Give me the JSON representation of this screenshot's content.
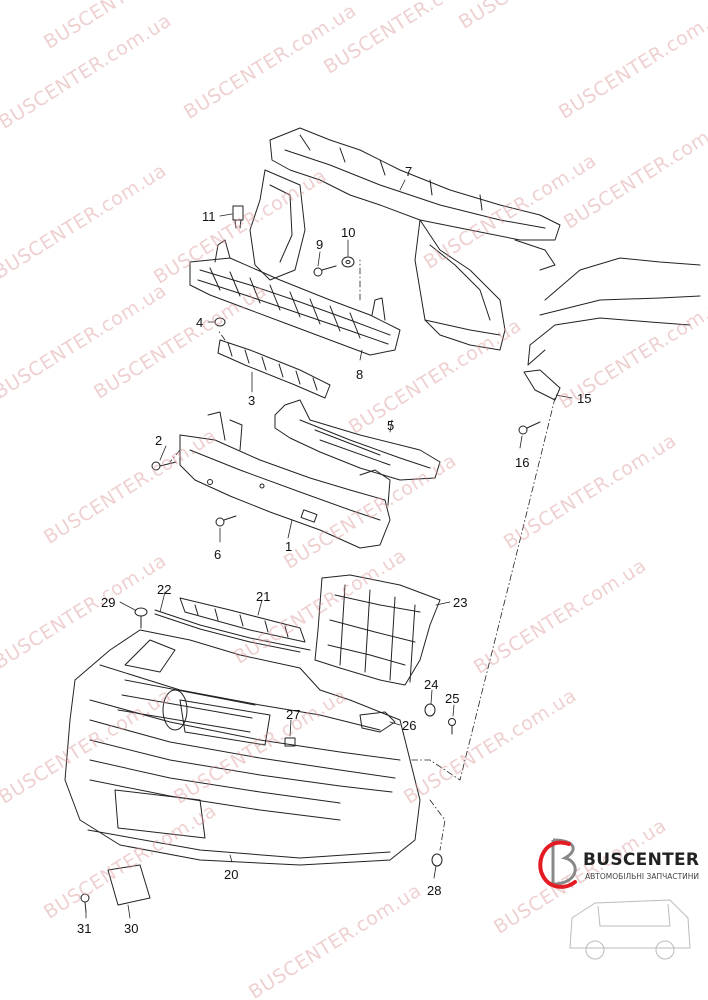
{
  "diagram": {
    "callouts": [
      "1",
      "2",
      "3",
      "4",
      "5",
      "6",
      "7",
      "8",
      "9",
      "10",
      "11",
      "15",
      "16",
      "20",
      "21",
      "22",
      "23",
      "24",
      "25",
      "26",
      "27",
      "28",
      "29",
      "30",
      "31"
    ]
  },
  "watermark": {
    "text": "BUSCENTER.com.ua",
    "color": "#dc9696"
  },
  "brand": {
    "name": "BUSCENTER",
    "subtitle": "АВТОМОБІЛЬНІ ЗАПЧАСТИНИ",
    "accent": "#e31b23"
  }
}
